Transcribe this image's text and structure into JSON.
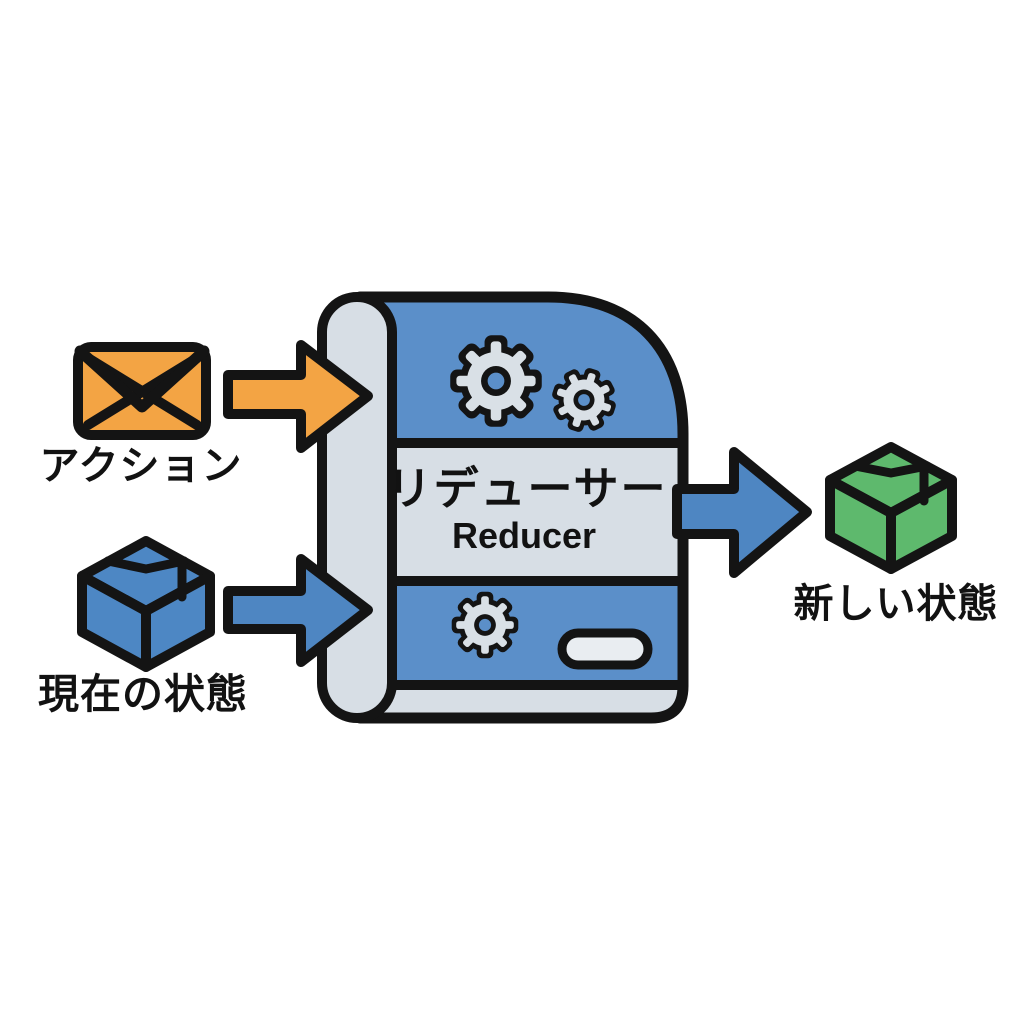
{
  "diagram": {
    "nodes": {
      "action": {
        "label": "アクション",
        "icon": "envelope-icon"
      },
      "current_state": {
        "label": "現在の状態",
        "icon": "package-box-icon"
      },
      "reducer": {
        "label_ja": "リデューサー",
        "label_en": "Reducer",
        "icons": [
          "gear-icon",
          "gear-icon",
          "gear-icon",
          "slot-pill"
        ]
      },
      "new_state": {
        "label": "新しい状態",
        "icon": "package-box-icon"
      }
    },
    "flow": [
      {
        "from": "action",
        "to": "reducer",
        "arrow": "orange"
      },
      {
        "from": "current_state",
        "to": "reducer",
        "arrow": "blue"
      },
      {
        "from": "reducer",
        "to": "new_state",
        "arrow": "blue"
      }
    ],
    "colors": {
      "background": "#ffffff",
      "outline": "#141414",
      "panel_blue": "#5b8fc9",
      "panel_gray": "#d7dee5",
      "arrow_orange": "#f3a444",
      "arrow_blue": "#4e86c2",
      "box_blue": "#4d87c4",
      "box_green": "#5eb96d",
      "gear_gray": "#d9e0e6",
      "pill_gray": "#e9edf1",
      "text": "#121212"
    }
  }
}
